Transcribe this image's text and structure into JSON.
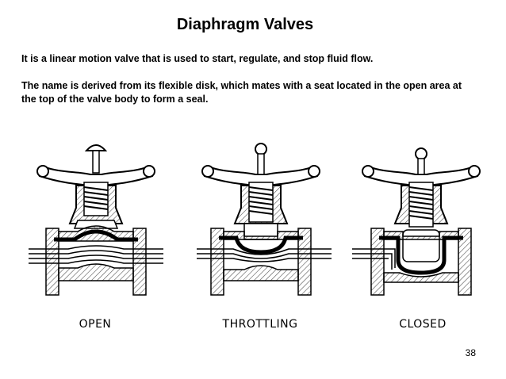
{
  "slide": {
    "title": "Diaphragm Valves",
    "paragraph_1": "It is a linear motion valve that is used to start, regulate, and stop fluid flow.",
    "paragraph_2": "The name is derived from its flexible disk, which mates with a seat located in the open area at  the top of the valve body to form a seal.",
    "page_number": "38"
  },
  "figures": [
    {
      "label": "OPEN"
    },
    {
      "label": "THROTTLING"
    },
    {
      "label": "CLOSED"
    }
  ],
  "colors": {
    "line": "#000000",
    "hatch": "#555555",
    "background": "#ffffff"
  }
}
